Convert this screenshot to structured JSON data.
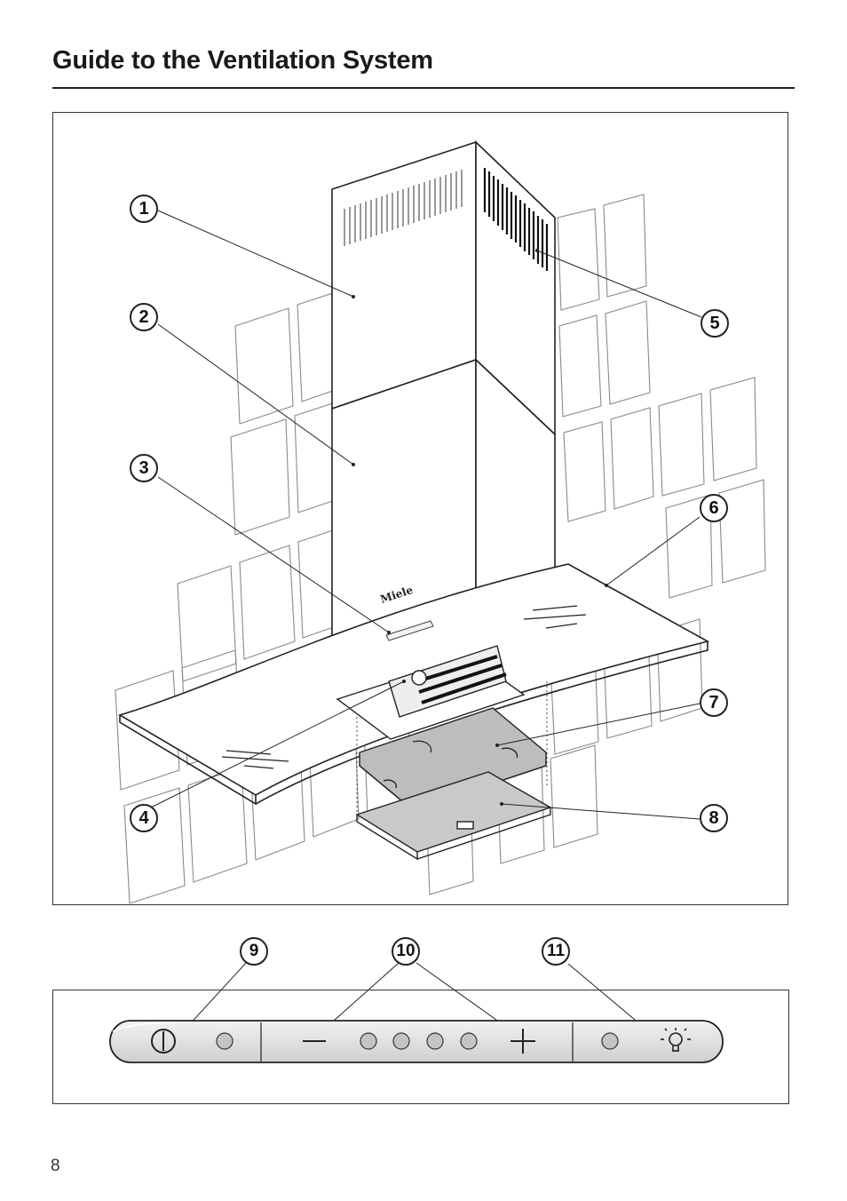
{
  "header": {
    "title": "Guide to the Ventilation System"
  },
  "figure": {
    "brand_logo": "Miele",
    "callouts": [
      "1",
      "2",
      "3",
      "4",
      "5",
      "6",
      "7",
      "8"
    ]
  },
  "control_panel": {
    "callouts": [
      "9",
      "10",
      "11"
    ],
    "buttons": [
      {
        "icon": "power-icon"
      },
      {
        "icon": "minus-icon"
      },
      {
        "icon": "plus-icon"
      },
      {
        "icon": "light-icon"
      }
    ]
  },
  "footer": {
    "page_number": "8"
  }
}
